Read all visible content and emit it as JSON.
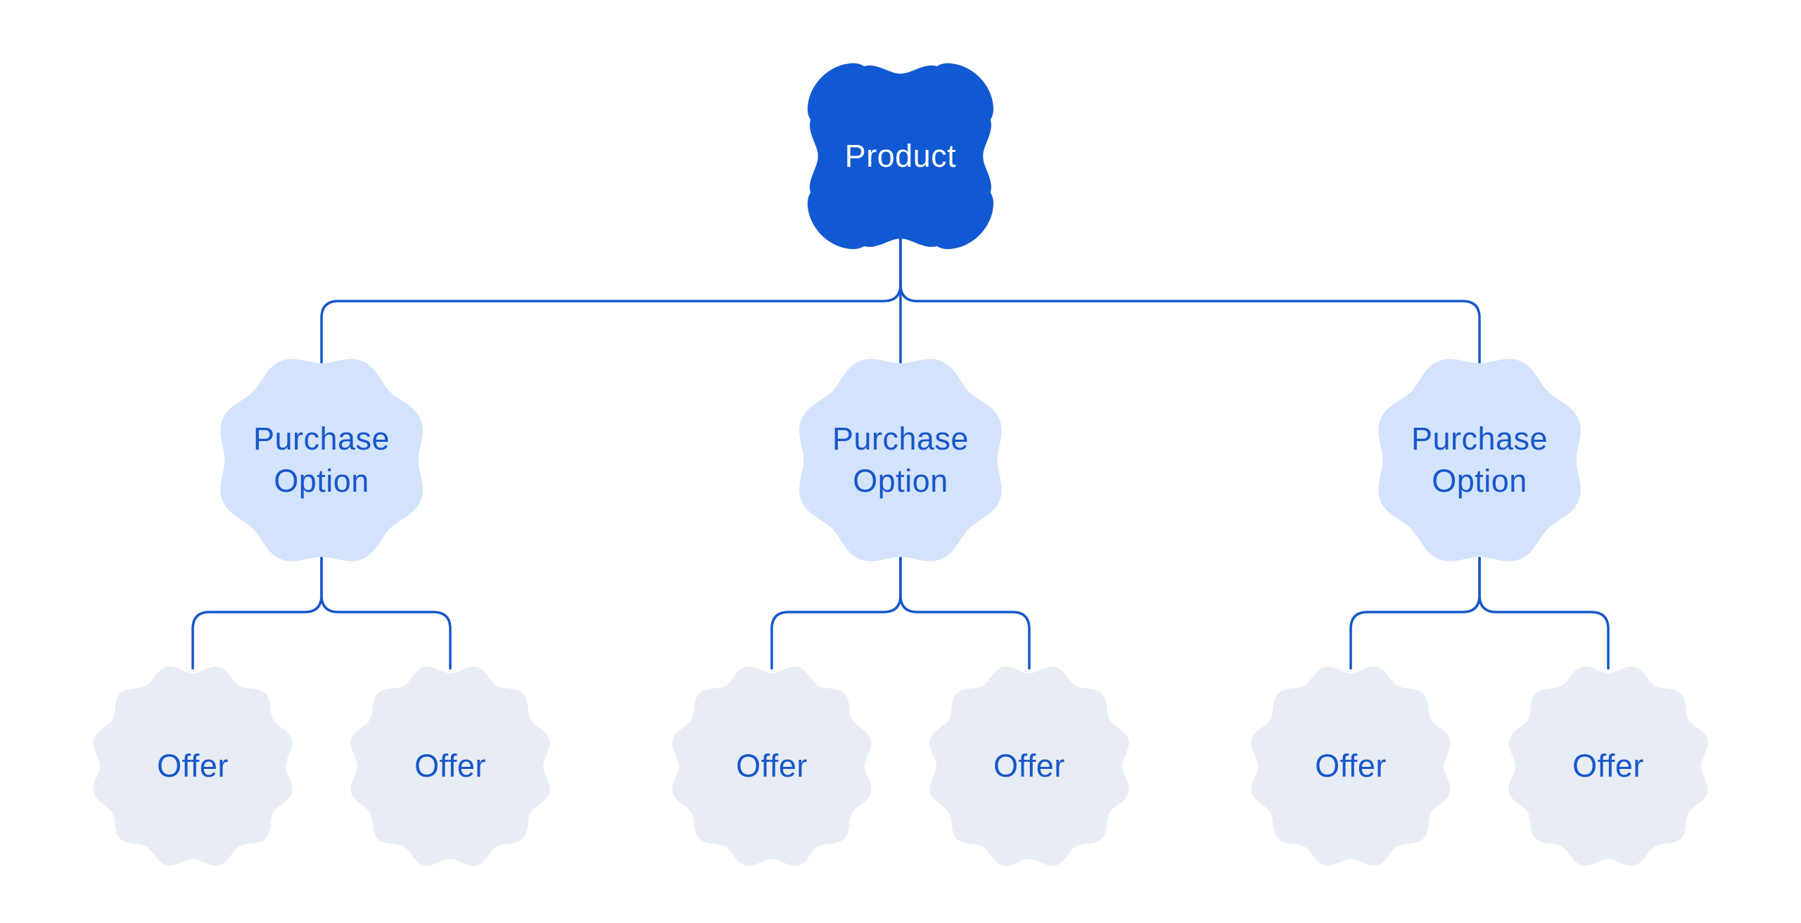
{
  "colors": {
    "background": "#ffffff",
    "product-fill": "#1159d2",
    "product-text": "#ffffff",
    "option-fill": "#d3e3fc",
    "offer-fill": "#e8edf5",
    "node-text": "#1757ca",
    "connector": "#1657c9"
  },
  "tree": {
    "root": {
      "label": "Product"
    },
    "purchase_options": [
      {
        "label": "Purchase Option",
        "offers": [
          {
            "label": "Offer"
          },
          {
            "label": "Offer"
          }
        ]
      },
      {
        "label": "Purchase Option",
        "offers": [
          {
            "label": "Offer"
          },
          {
            "label": "Offer"
          }
        ]
      },
      {
        "label": "Purchase Option",
        "offers": [
          {
            "label": "Offer"
          },
          {
            "label": "Offer"
          }
        ]
      }
    ]
  }
}
